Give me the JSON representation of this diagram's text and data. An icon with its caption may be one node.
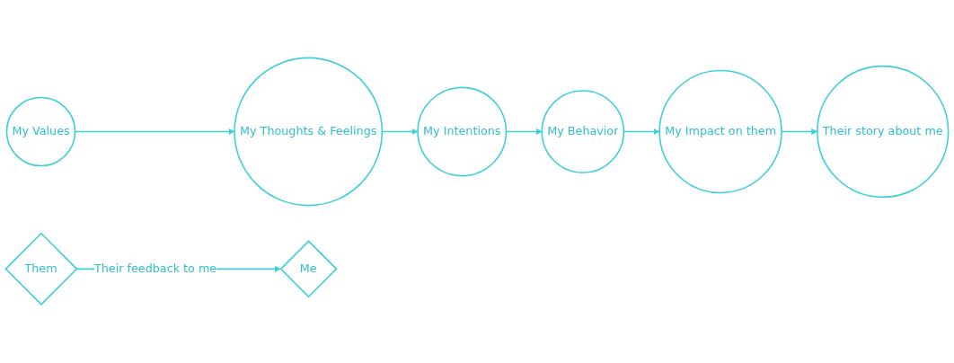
{
  "diagram": {
    "nodes": [
      {
        "text": [
          "My Values"
        ]
      },
      {
        "text": [
          "My Thoughts & Feelings"
        ]
      },
      {
        "text": [
          "My Intentions"
        ]
      },
      {
        "text": [
          "My Behavior"
        ]
      },
      {
        "text": [
          "My Impact on them"
        ]
      },
      {
        "text": [
          "Their story about me"
        ]
      },
      {
        "text": [
          "Me"
        ]
      },
      {
        "text": [
          "Them"
        ]
      }
    ],
    "edges": [
      {
        "from": 0,
        "to": 1,
        "arrow": "to"
      },
      {
        "from": 1,
        "to": 2,
        "arrow": "to"
      },
      {
        "from": 2,
        "to": 3,
        "arrow": "to"
      },
      {
        "from": 3,
        "to": 4,
        "arrow": "to"
      },
      {
        "from": 4,
        "to": 5,
        "arrow": "to"
      },
      {
        "from": 7,
        "to": 6,
        "arrow": "to",
        "label": "Their feedback to me"
      }
    ]
  }
}
